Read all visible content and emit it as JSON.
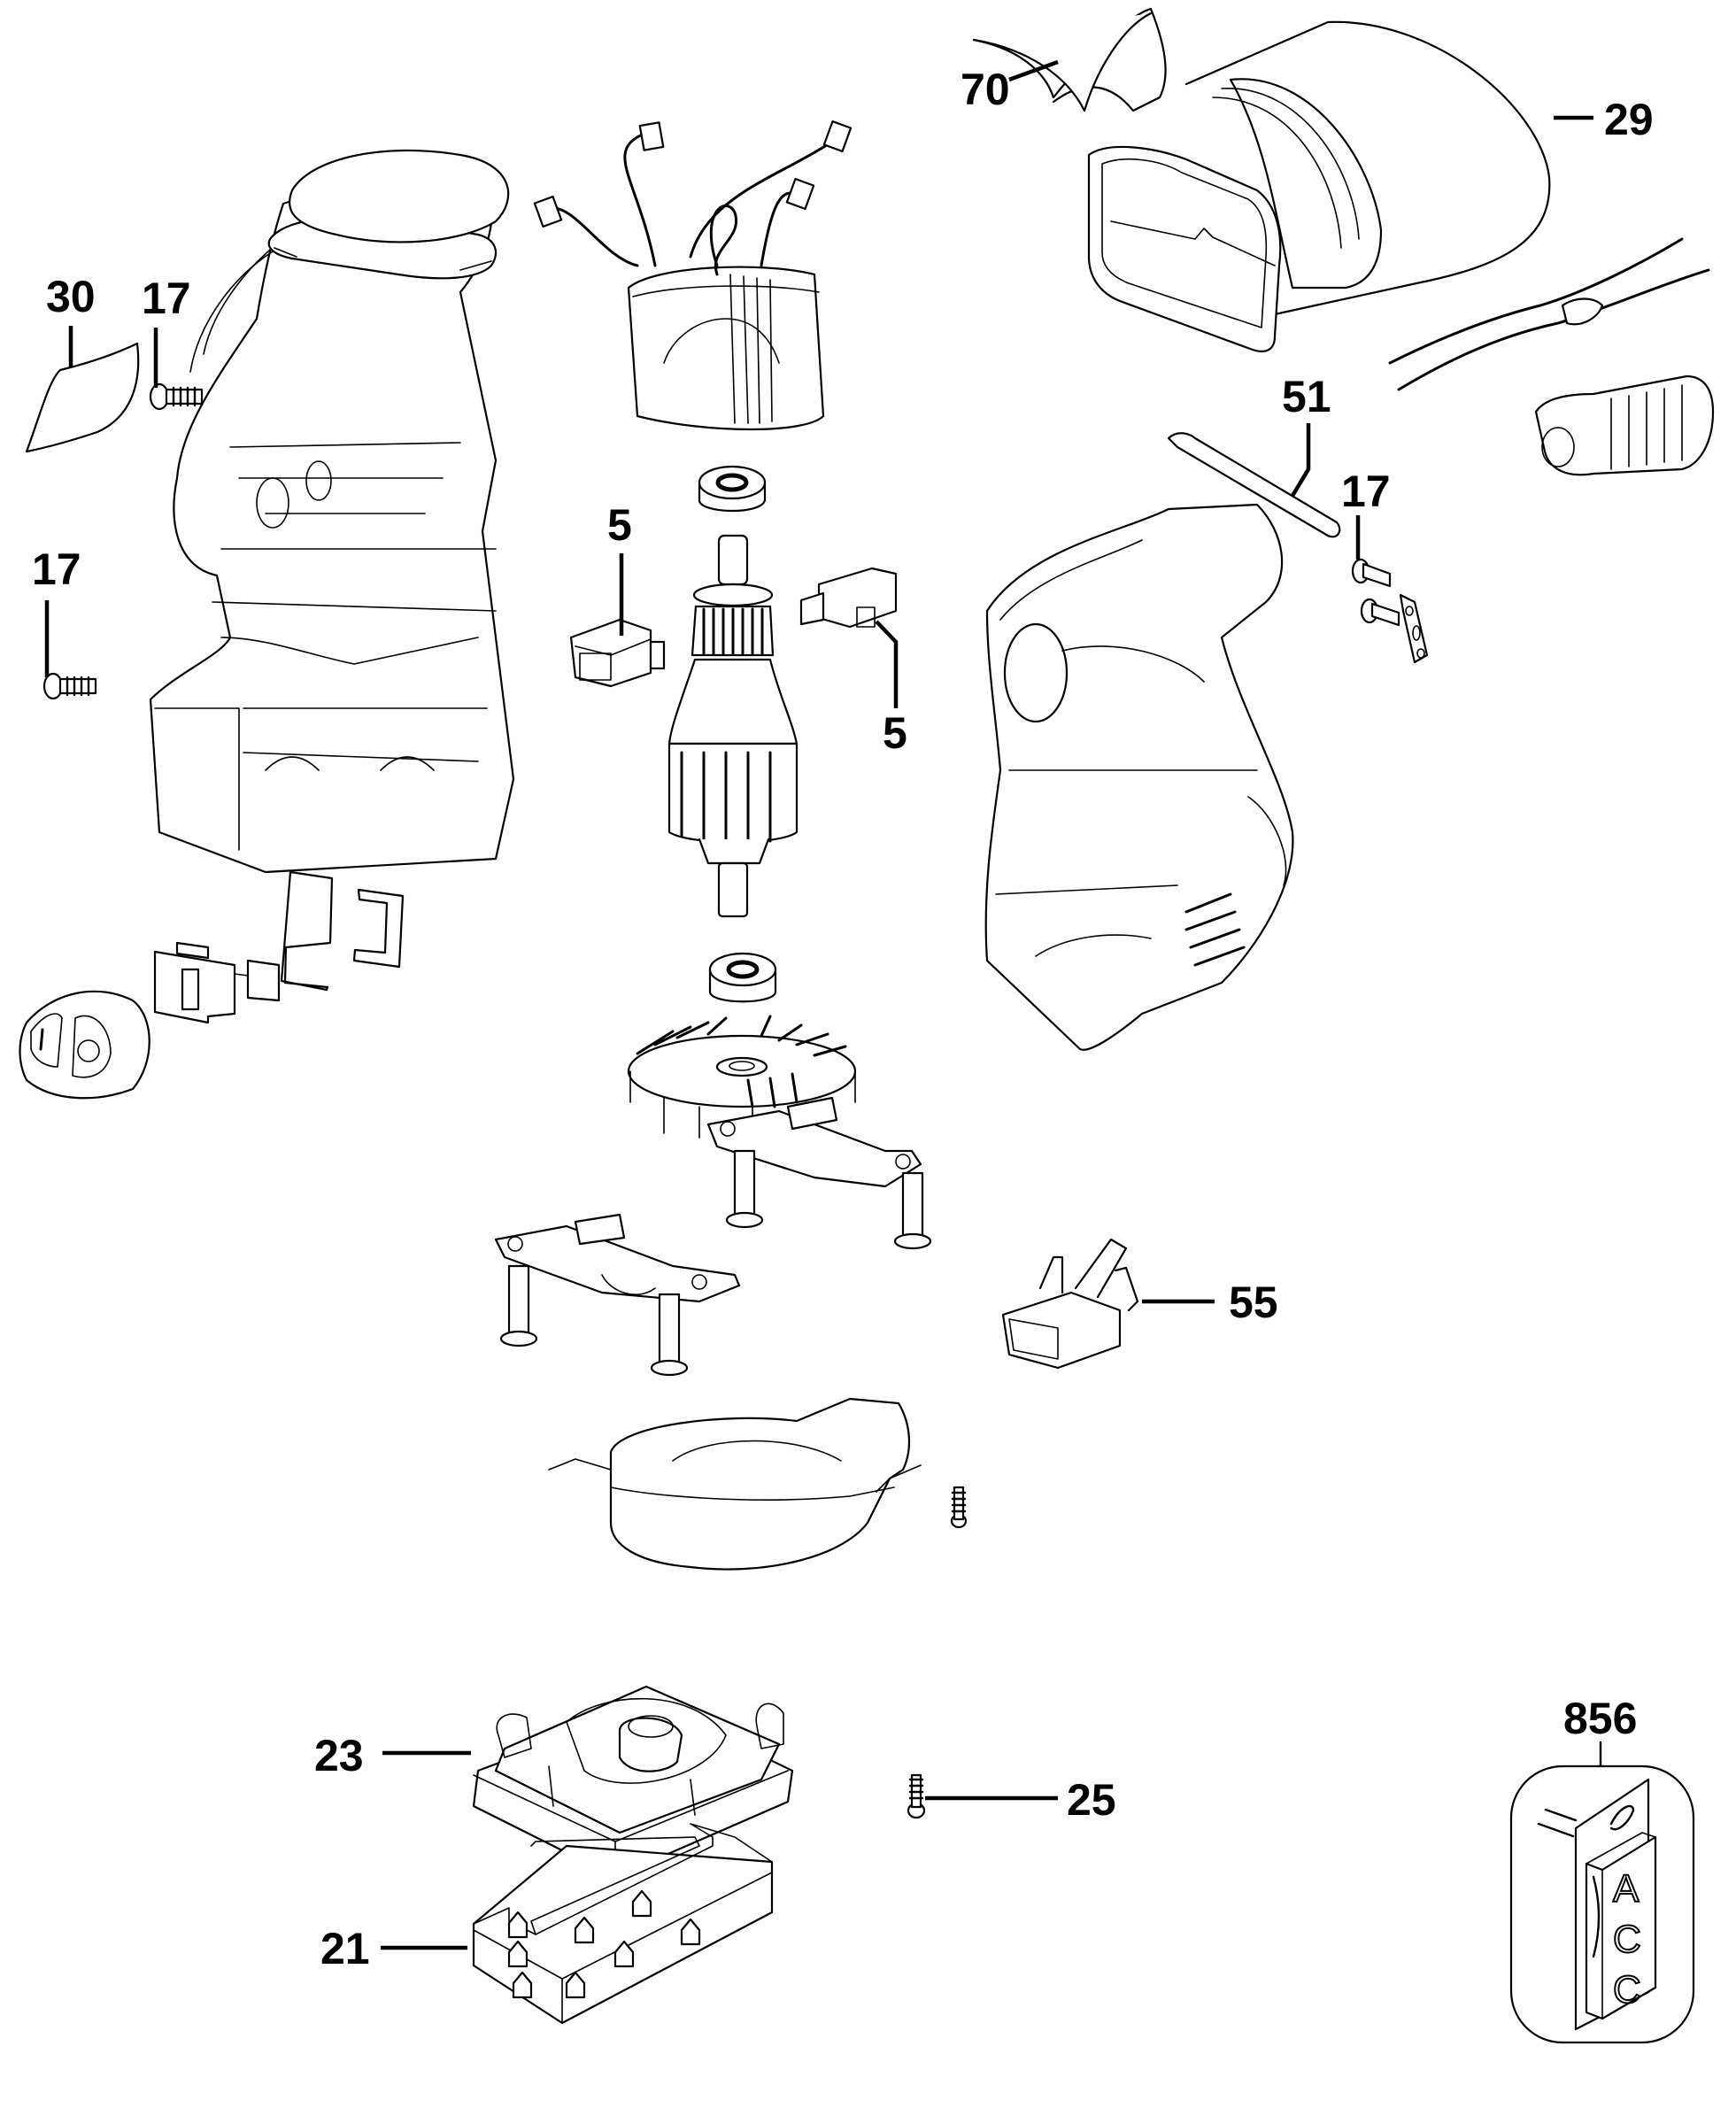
{
  "diagram": {
    "type": "exploded-parts-diagram",
    "subject": "sheet sander",
    "callouts": {
      "p70": "70",
      "p29": "29",
      "p30": "30",
      "p17a": "17",
      "p17b": "17",
      "p17c": "17",
      "p51": "51",
      "p5a": "5",
      "p5b": "5",
      "p55": "55",
      "p23": "23",
      "p25": "25",
      "p21": "21",
      "p856": "856"
    },
    "accessory_tag": {
      "letters": [
        "A",
        "C",
        "C"
      ]
    }
  }
}
